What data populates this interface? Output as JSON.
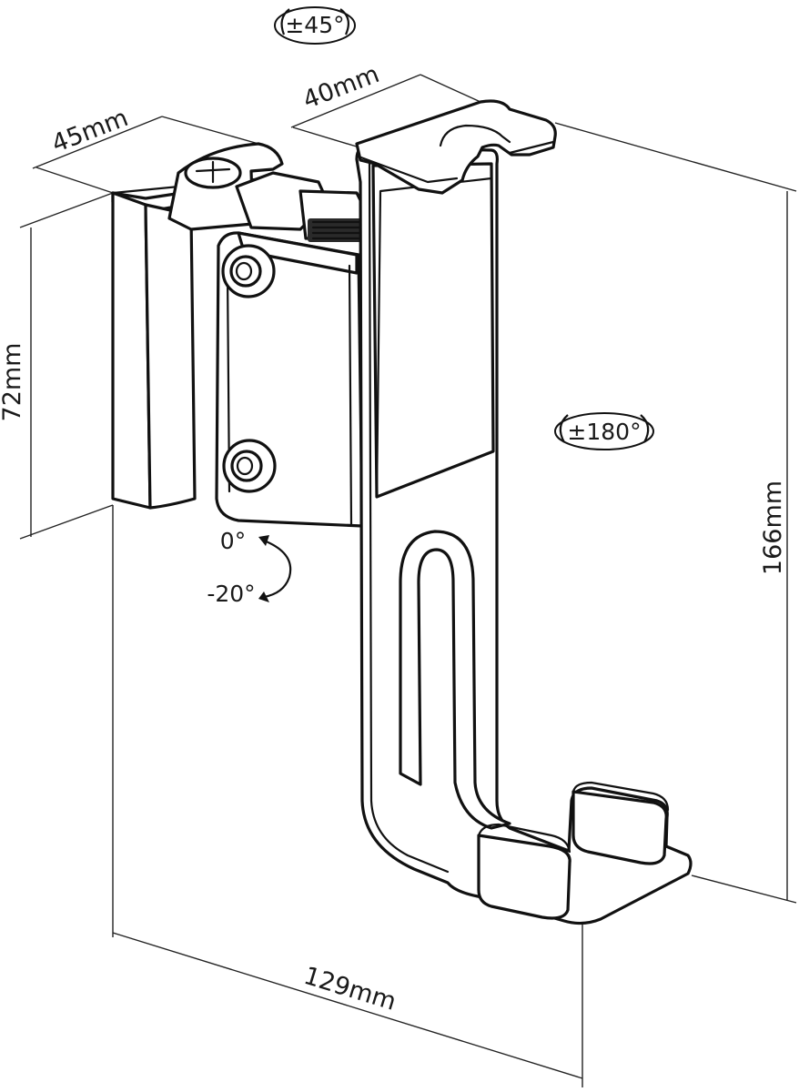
{
  "dimensions": {
    "width_left": "45mm",
    "width_top": "40mm",
    "height_left": "72mm",
    "height_right": "166mm",
    "depth_bottom": "129mm"
  },
  "angles": {
    "swivel_top": "±45°",
    "rotate_side": "±180°",
    "tilt_start": "0°",
    "tilt_end": "-20°"
  },
  "colors": {
    "line": "#111111",
    "background": "#ffffff"
  }
}
